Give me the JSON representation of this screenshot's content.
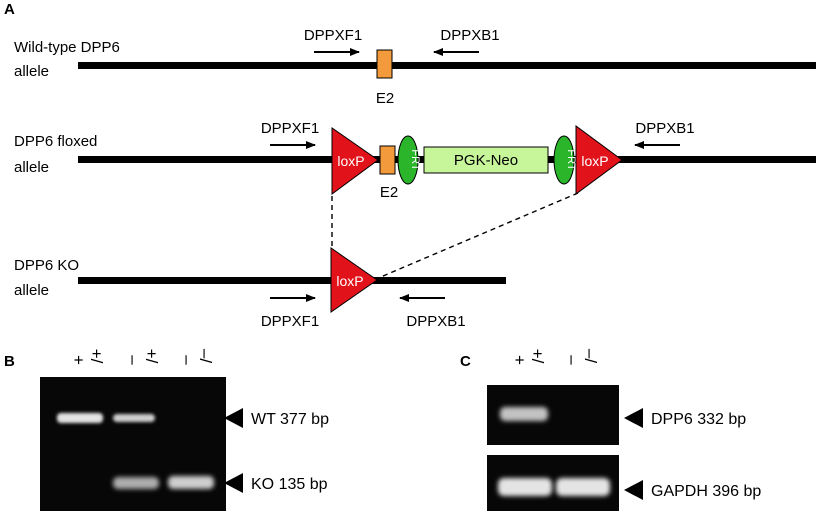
{
  "panels": {
    "a": "A",
    "b": "B",
    "c": "C"
  },
  "alleles": {
    "wildtype": {
      "line1": "Wild-type DPP6",
      "line2": "allele",
      "primer_f": "DPPXF1",
      "primer_b": "DPPXB1",
      "exon": "E2"
    },
    "floxed": {
      "line1": "DPP6 floxed",
      "line2": "allele",
      "primer_f": "DPPXF1",
      "primer_b": "DPPXB1",
      "loxp_left": "loxP",
      "loxp_right": "loxP",
      "frt_left": "FRT",
      "frt_right": "FRT",
      "cassette": "PGK-Neo",
      "exon": "E2"
    },
    "ko": {
      "line1": "DPP6 KO",
      "line2": "allele",
      "primer_f": "DPPXF1",
      "primer_b": "DPPXB1",
      "loxp": "loxP"
    }
  },
  "gel_b": {
    "lanes": [
      {
        "top": "+/",
        "bottom": "+"
      },
      {
        "top": "+/",
        "bottom": "–"
      },
      {
        "top": "–/",
        "bottom": "–"
      }
    ],
    "labels": [
      "WT 377 bp",
      "KO 135 bp"
    ]
  },
  "gel_c": {
    "lanes": [
      {
        "top": "+/",
        "bottom": "+"
      },
      {
        "top": "–/",
        "bottom": "–"
      }
    ],
    "labels": [
      "DPP6 332 bp",
      "GAPDH 396 bp"
    ]
  },
  "colors": {
    "exon": "#f39a3c",
    "loxp": "#e2121b",
    "frt": "#2bb52b",
    "cassette": "#c6f59a",
    "gel_bg": "#070707",
    "band": "#e4e4e4"
  }
}
